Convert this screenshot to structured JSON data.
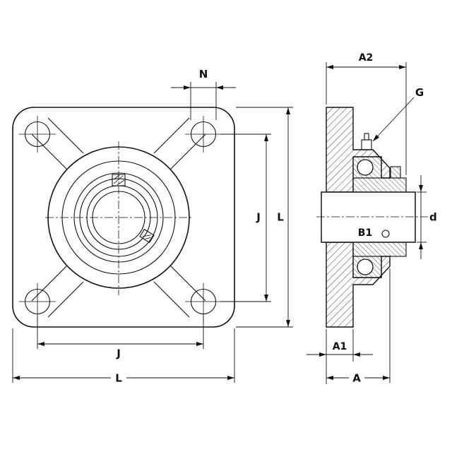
{
  "page": {
    "background": "#ffffff",
    "line_color": "#111111"
  },
  "labels": {
    "n": "N",
    "j_vert": "J",
    "l_vert": "L",
    "j_horiz": "J",
    "l_horiz": "L",
    "a2": "A2",
    "g": "G",
    "b1": "B1",
    "d": "d",
    "a1": "A1",
    "a": "A"
  }
}
